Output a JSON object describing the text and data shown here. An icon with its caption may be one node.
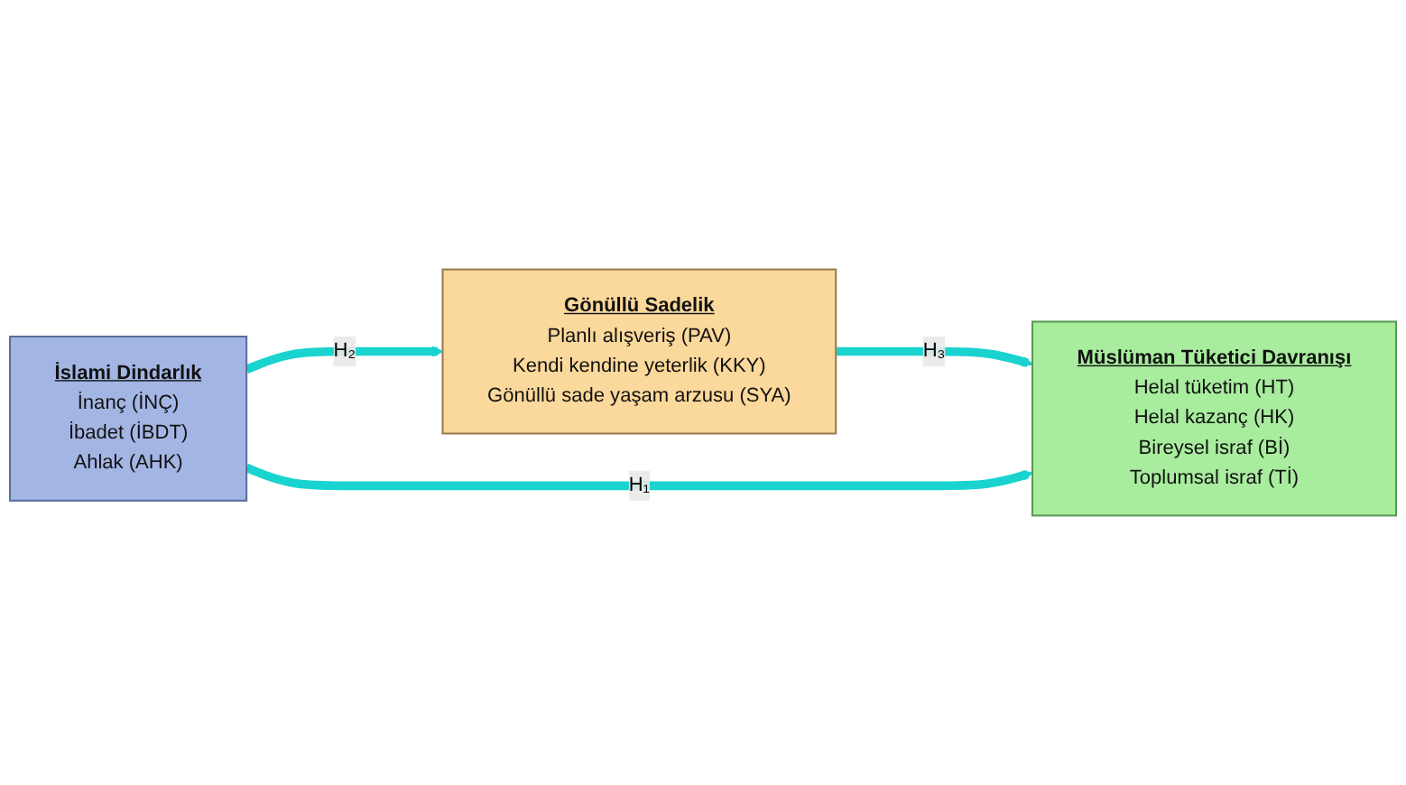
{
  "diagram": {
    "nodes": [
      {
        "text": [
          "Gönüllü Sadelik",
          "Planlı alışveriş (PAV)",
          "Kendi kendine yeterlik (KKY)",
          "Gönüllü sade yaşam arzusu (SYA)"
        ]
      },
      {
        "text": [
          "İslami Dindarlık",
          "İnanç (İNÇ)",
          "İbadet (İBDT)",
          "Ahlak (AHK)"
        ]
      },
      {
        "text": [
          "Müslüman Tüketici Davranışı",
          "Helal tüketim (HT)",
          "Helal kazanç (HK)",
          "Bireysel israf (Bİ)",
          "Toplumsal israf (Tİ)"
        ]
      }
    ],
    "edges": [
      {
        "from": 1,
        "to": 0,
        "arrow": "to",
        "label": "H₂"
      },
      {
        "from": 0,
        "to": 2,
        "arrow": "to",
        "label": "H₃"
      },
      {
        "from": 1,
        "to": 2,
        "arrow": "to",
        "label": "H₁"
      }
    ]
  }
}
